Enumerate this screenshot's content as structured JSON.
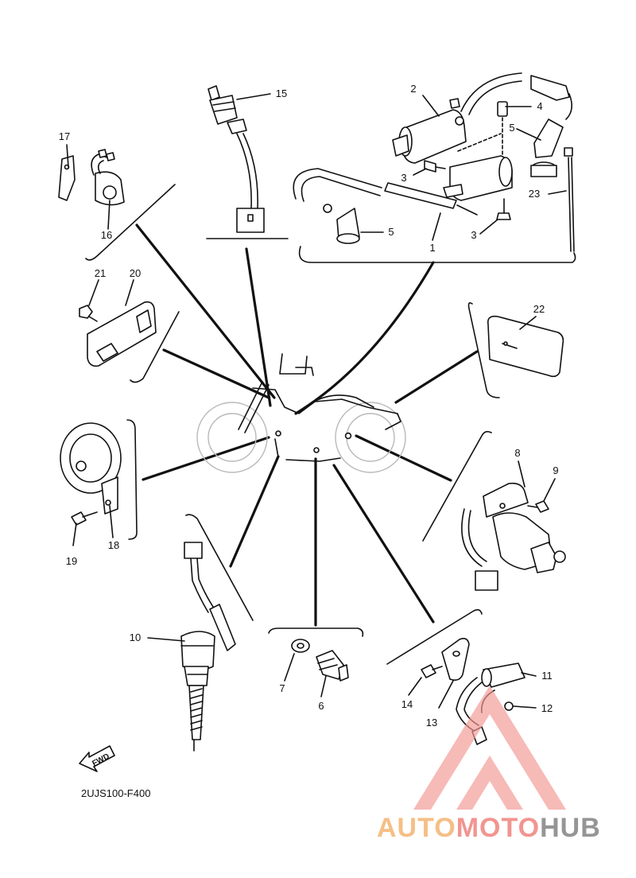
{
  "diagram": {
    "parts": [
      {
        "id": "1",
        "label": "1"
      },
      {
        "id": "2",
        "label": "2"
      },
      {
        "id": "3a",
        "label": "3"
      },
      {
        "id": "3b",
        "label": "3"
      },
      {
        "id": "4",
        "label": "4"
      },
      {
        "id": "5a",
        "label": "5"
      },
      {
        "id": "5b",
        "label": "5"
      },
      {
        "id": "6",
        "label": "6"
      },
      {
        "id": "7",
        "label": "7"
      },
      {
        "id": "8",
        "label": "8"
      },
      {
        "id": "9",
        "label": "9"
      },
      {
        "id": "10",
        "label": "10"
      },
      {
        "id": "11",
        "label": "11"
      },
      {
        "id": "12",
        "label": "12"
      },
      {
        "id": "13",
        "label": "13"
      },
      {
        "id": "14",
        "label": "14"
      },
      {
        "id": "15",
        "label": "15"
      },
      {
        "id": "16",
        "label": "16"
      },
      {
        "id": "17",
        "label": "17"
      },
      {
        "id": "18",
        "label": "18"
      },
      {
        "id": "19",
        "label": "19"
      },
      {
        "id": "20",
        "label": "20"
      },
      {
        "id": "21",
        "label": "21"
      },
      {
        "id": "22",
        "label": "22"
      },
      {
        "id": "23",
        "label": "23"
      }
    ],
    "fwd_label": "FWD",
    "drawing_code": "2UJS100-F400"
  },
  "watermark": {
    "part1": "AUTO",
    "part2": "MOTO",
    "part3": "HUB",
    "colors": {
      "auto": "#f5b97a",
      "moto": "#f08a84",
      "hub": "#8a8a8a",
      "triangle": "#f39a95"
    }
  }
}
